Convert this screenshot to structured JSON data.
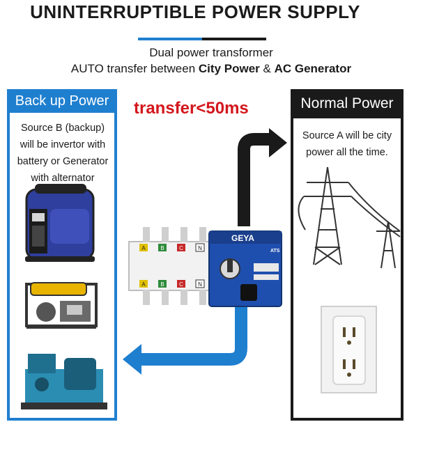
{
  "title": "UNINTERRUPTIBLE POWER SUPPLY",
  "subtitle": {
    "line1": "Dual power transformer",
    "line2_prefix": "AUTO transfer between ",
    "city_power": "City Power",
    "ampersand": " & ",
    "generator": "AC Generator"
  },
  "left_panel": {
    "heading": "Back up Power",
    "description_lines": [
      "Source B (backup)",
      "will be invertor with",
      "battery or Generator",
      "with alternator"
    ]
  },
  "right_panel": {
    "heading": "Normal Power",
    "description_lines": [
      "Source A will be city",
      "power all the time."
    ]
  },
  "transfer_label": "transfer<50ms",
  "device": {
    "brand": "GEYA",
    "model_label": "ATS",
    "terminal_labels": [
      "A",
      "B",
      "C",
      "N"
    ]
  },
  "colors": {
    "accent_blue": "#1f7fcf",
    "dark": "#1a1a1a",
    "transfer_red": "#d4161c"
  }
}
